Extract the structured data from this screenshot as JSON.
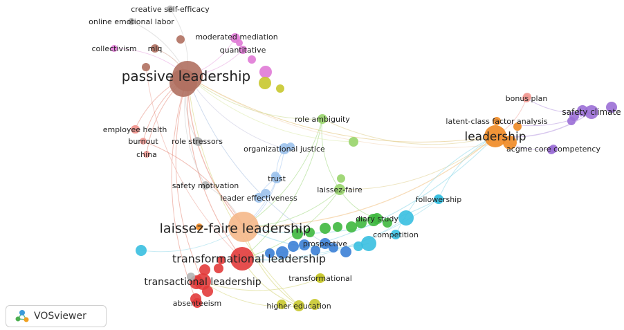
{
  "app": {
    "logo_text": "VOSviewer"
  },
  "clusters": {
    "red": "#e23b3b",
    "brown": "#b07060",
    "green": "#3fb83f",
    "blue": "#3b7fd6",
    "yellow": "#c8c82e",
    "purple": "#9b6fd6",
    "cyan": "#39bfe0",
    "orange": "#f08a24",
    "peach": "#f5b88a",
    "pink": "#e07ad6",
    "lime": "#98d46a",
    "lightblue": "#9cc2ec",
    "salmon": "#f19a94",
    "grey": "#b4b4b4"
  },
  "terms": [
    {
      "id": "passive-leadership",
      "label": "passive leadership",
      "cluster": "brown",
      "weight": 5
    },
    {
      "id": "laissez-faire-leadership",
      "label": "laissez-faire leadership",
      "cluster": "peach",
      "weight": 5
    },
    {
      "id": "transformational-leadership",
      "label": "transformational leadership",
      "cluster": "red",
      "weight": 4
    },
    {
      "id": "leadership",
      "label": "leadership",
      "cluster": "orange",
      "weight": 4
    },
    {
      "id": "transactional-leadership",
      "label": "transactional leadership",
      "cluster": "red",
      "weight": 3
    },
    {
      "id": "creative-self-efficacy",
      "label": "creative self-efficacy",
      "cluster": "grey",
      "weight": 1
    },
    {
      "id": "online-emotional-labor",
      "label": "online emotional labor",
      "cluster": "grey",
      "weight": 1
    },
    {
      "id": "moderated-mediation",
      "label": "moderated mediation",
      "cluster": "pink",
      "weight": 1
    },
    {
      "id": "quantitative",
      "label": "quantitative",
      "cluster": "pink",
      "weight": 1
    },
    {
      "id": "collectivism",
      "label": "collectivism",
      "cluster": "pink",
      "weight": 1
    },
    {
      "id": "mlq",
      "label": "mlq",
      "cluster": "brown",
      "weight": 1
    },
    {
      "id": "role-ambiguity",
      "label": "role ambiguity",
      "cluster": "lime",
      "weight": 1
    },
    {
      "id": "employee-health",
      "label": "employee health",
      "cluster": "salmon",
      "weight": 1
    },
    {
      "id": "burnout",
      "label": "burnout",
      "cluster": "salmon",
      "weight": 1
    },
    {
      "id": "role-stressors",
      "label": "role stressors",
      "cluster": "grey",
      "weight": 1
    },
    {
      "id": "china",
      "label": "china",
      "cluster": "salmon",
      "weight": 1
    },
    {
      "id": "organizational-justice",
      "label": "organizational justice",
      "cluster": "lightblue",
      "weight": 1
    },
    {
      "id": "trust",
      "label": "trust",
      "cluster": "lightblue",
      "weight": 1
    },
    {
      "id": "safety-motivation",
      "label": "safety motivation",
      "cluster": "grey",
      "weight": 1
    },
    {
      "id": "laissez-faire",
      "label": "laissez-faire",
      "cluster": "lime",
      "weight": 1
    },
    {
      "id": "leader-effectiveness",
      "label": "leader effectiveness",
      "cluster": "lightblue",
      "weight": 1
    },
    {
      "id": "followership",
      "label": "followership",
      "cluster": "cyan",
      "weight": 1
    },
    {
      "id": "diary-study",
      "label": "diary study",
      "cluster": "green",
      "weight": 1
    },
    {
      "id": "competition",
      "label": "competition",
      "cluster": "cyan",
      "weight": 1
    },
    {
      "id": "prospective",
      "label": "prospective",
      "cluster": "blue",
      "weight": 1
    },
    {
      "id": "transformational",
      "label": "transformational",
      "cluster": "yellow",
      "weight": 1
    },
    {
      "id": "higher-education",
      "label": "higher education",
      "cluster": "yellow",
      "weight": 1
    },
    {
      "id": "absenteeism",
      "label": "absenteeism",
      "cluster": "red",
      "weight": 1
    },
    {
      "id": "bonus-plan",
      "label": "bonus plan",
      "cluster": "salmon",
      "weight": 1
    },
    {
      "id": "latent-class-factor-analysis",
      "label": "latent-class factor analysis",
      "cluster": "orange",
      "weight": 1
    },
    {
      "id": "safety-climate",
      "label": "safety climate",
      "cluster": "purple",
      "weight": 2
    },
    {
      "id": "acgme-core-competency",
      "label": "acgme core competency",
      "cluster": "purple",
      "weight": 1
    }
  ]
}
